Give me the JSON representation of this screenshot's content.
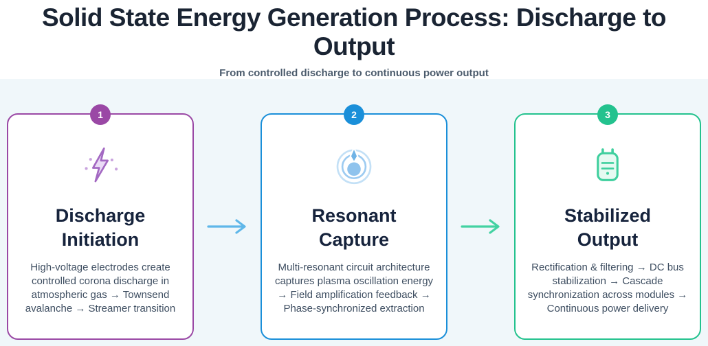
{
  "page": {
    "title": "Solid State Energy Generation Process: Discharge to Output",
    "subtitle": "From controlled discharge to continuous power output"
  },
  "steps": [
    {
      "number": "1",
      "title": "Discharge Initiation",
      "description": "High-voltage electrodes create controlled corona discharge in atmospheric gas → Townsend avalanche → Streamer transition",
      "icon": "lightning-bolt-icon",
      "accent_color": "#9a48a5"
    },
    {
      "number": "2",
      "title": "Resonant Capture",
      "description": "Multi-resonant circuit architecture captures plasma oscillation energy → Field amplification feedback → Phase-synchronized extraction",
      "icon": "resonance-rings-icon",
      "accent_color": "#1a8fd9"
    },
    {
      "number": "3",
      "title": "Stabilized Output",
      "description": "Rectification & filtering → DC bus stabilization → Cascade synchronization across modules → Continuous power delivery",
      "icon": "battery-icon",
      "accent_color": "#23c28e"
    }
  ],
  "arrows": [
    {
      "name": "flow-arrow-1",
      "color": "#5fb7e9"
    },
    {
      "name": "flow-arrow-2",
      "color": "#43d2a2"
    }
  ],
  "colors": {
    "header_background": "#ffffff",
    "section_background": "#f0f7fa",
    "title_text": "#1a2433",
    "subtitle_text": "#4b5b6c",
    "card_title_text": "#16233c",
    "card_description_text": "#3e4e61",
    "card_background": "#ffffff"
  }
}
